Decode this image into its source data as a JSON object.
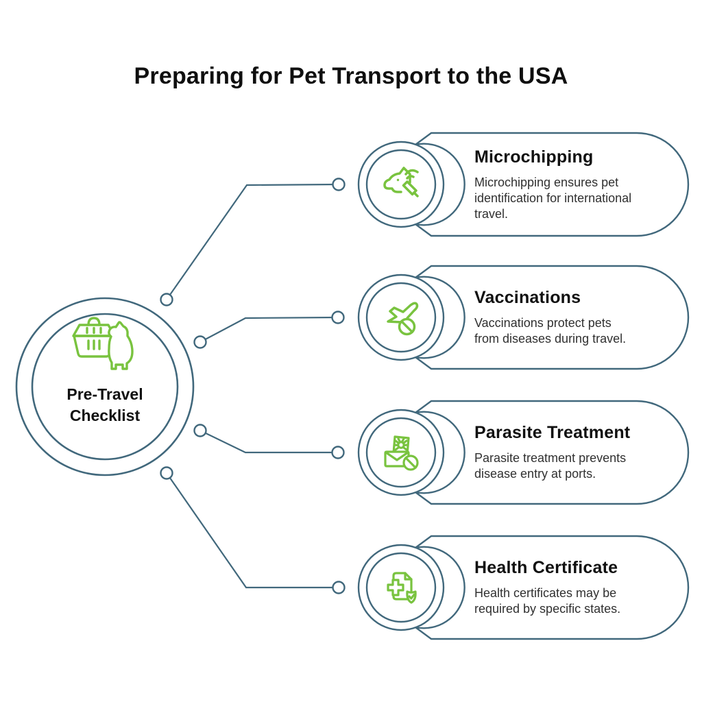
{
  "title": "Preparing for Pet Transport to the USA",
  "hub": {
    "label": "Pre-Travel\nChecklist",
    "icon": "pet-carrier-and-dog-icon"
  },
  "items": [
    {
      "title": "Microchipping",
      "description": "Microchipping ensures pet\nidentification for international\ntravel.",
      "icon": "dog-microchip-scan-icon"
    },
    {
      "title": "Vaccinations",
      "description": "Vaccinations protect pets\nfrom diseases during travel.",
      "icon": "airplane-no-disease-icon"
    },
    {
      "title": "Parasite Treatment",
      "description": "Parasite treatment prevents\ndisease entry at ports.",
      "icon": "envelope-bug-blocked-icon"
    },
    {
      "title": "Health Certificate",
      "description": "Health certificates may be\nrequired by specific states.",
      "icon": "medical-document-shield-check-icon"
    }
  ],
  "colors": {
    "line_stroke": "#41687c",
    "icon_green": "#79c33f",
    "title_text": "#0f0f0f",
    "body_text": "#303030",
    "background": "#ffffff"
  }
}
